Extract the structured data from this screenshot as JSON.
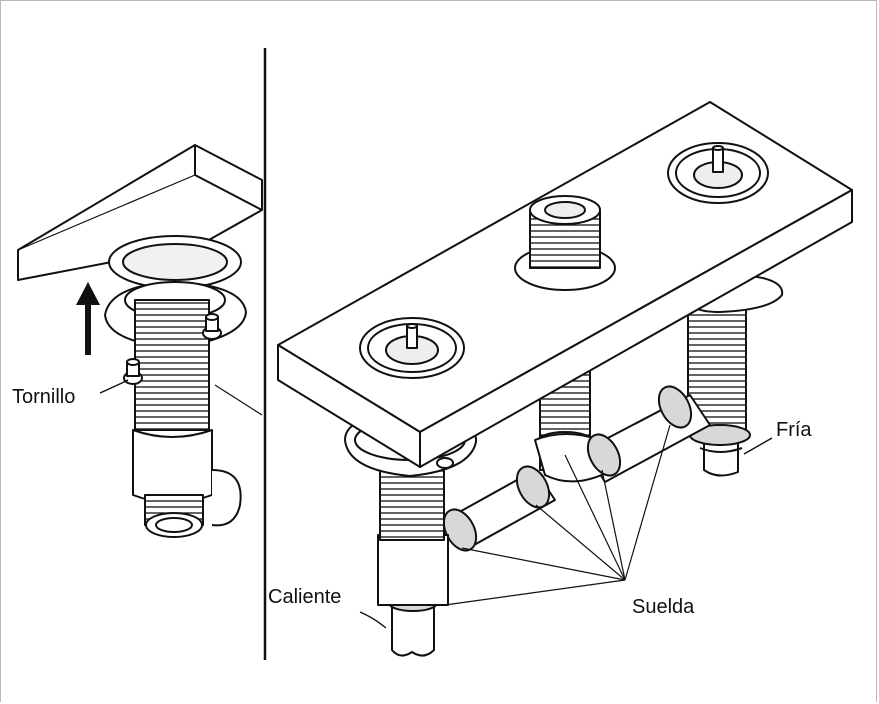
{
  "labels": {
    "screw": "Tornillo",
    "cold": "Fría",
    "hot": "Caliente",
    "solder": "Suelda"
  },
  "colors": {
    "line": "#111111",
    "fill": "#ffffff",
    "shade": "#e6e6e6",
    "frame": "#b8b8b8"
  }
}
